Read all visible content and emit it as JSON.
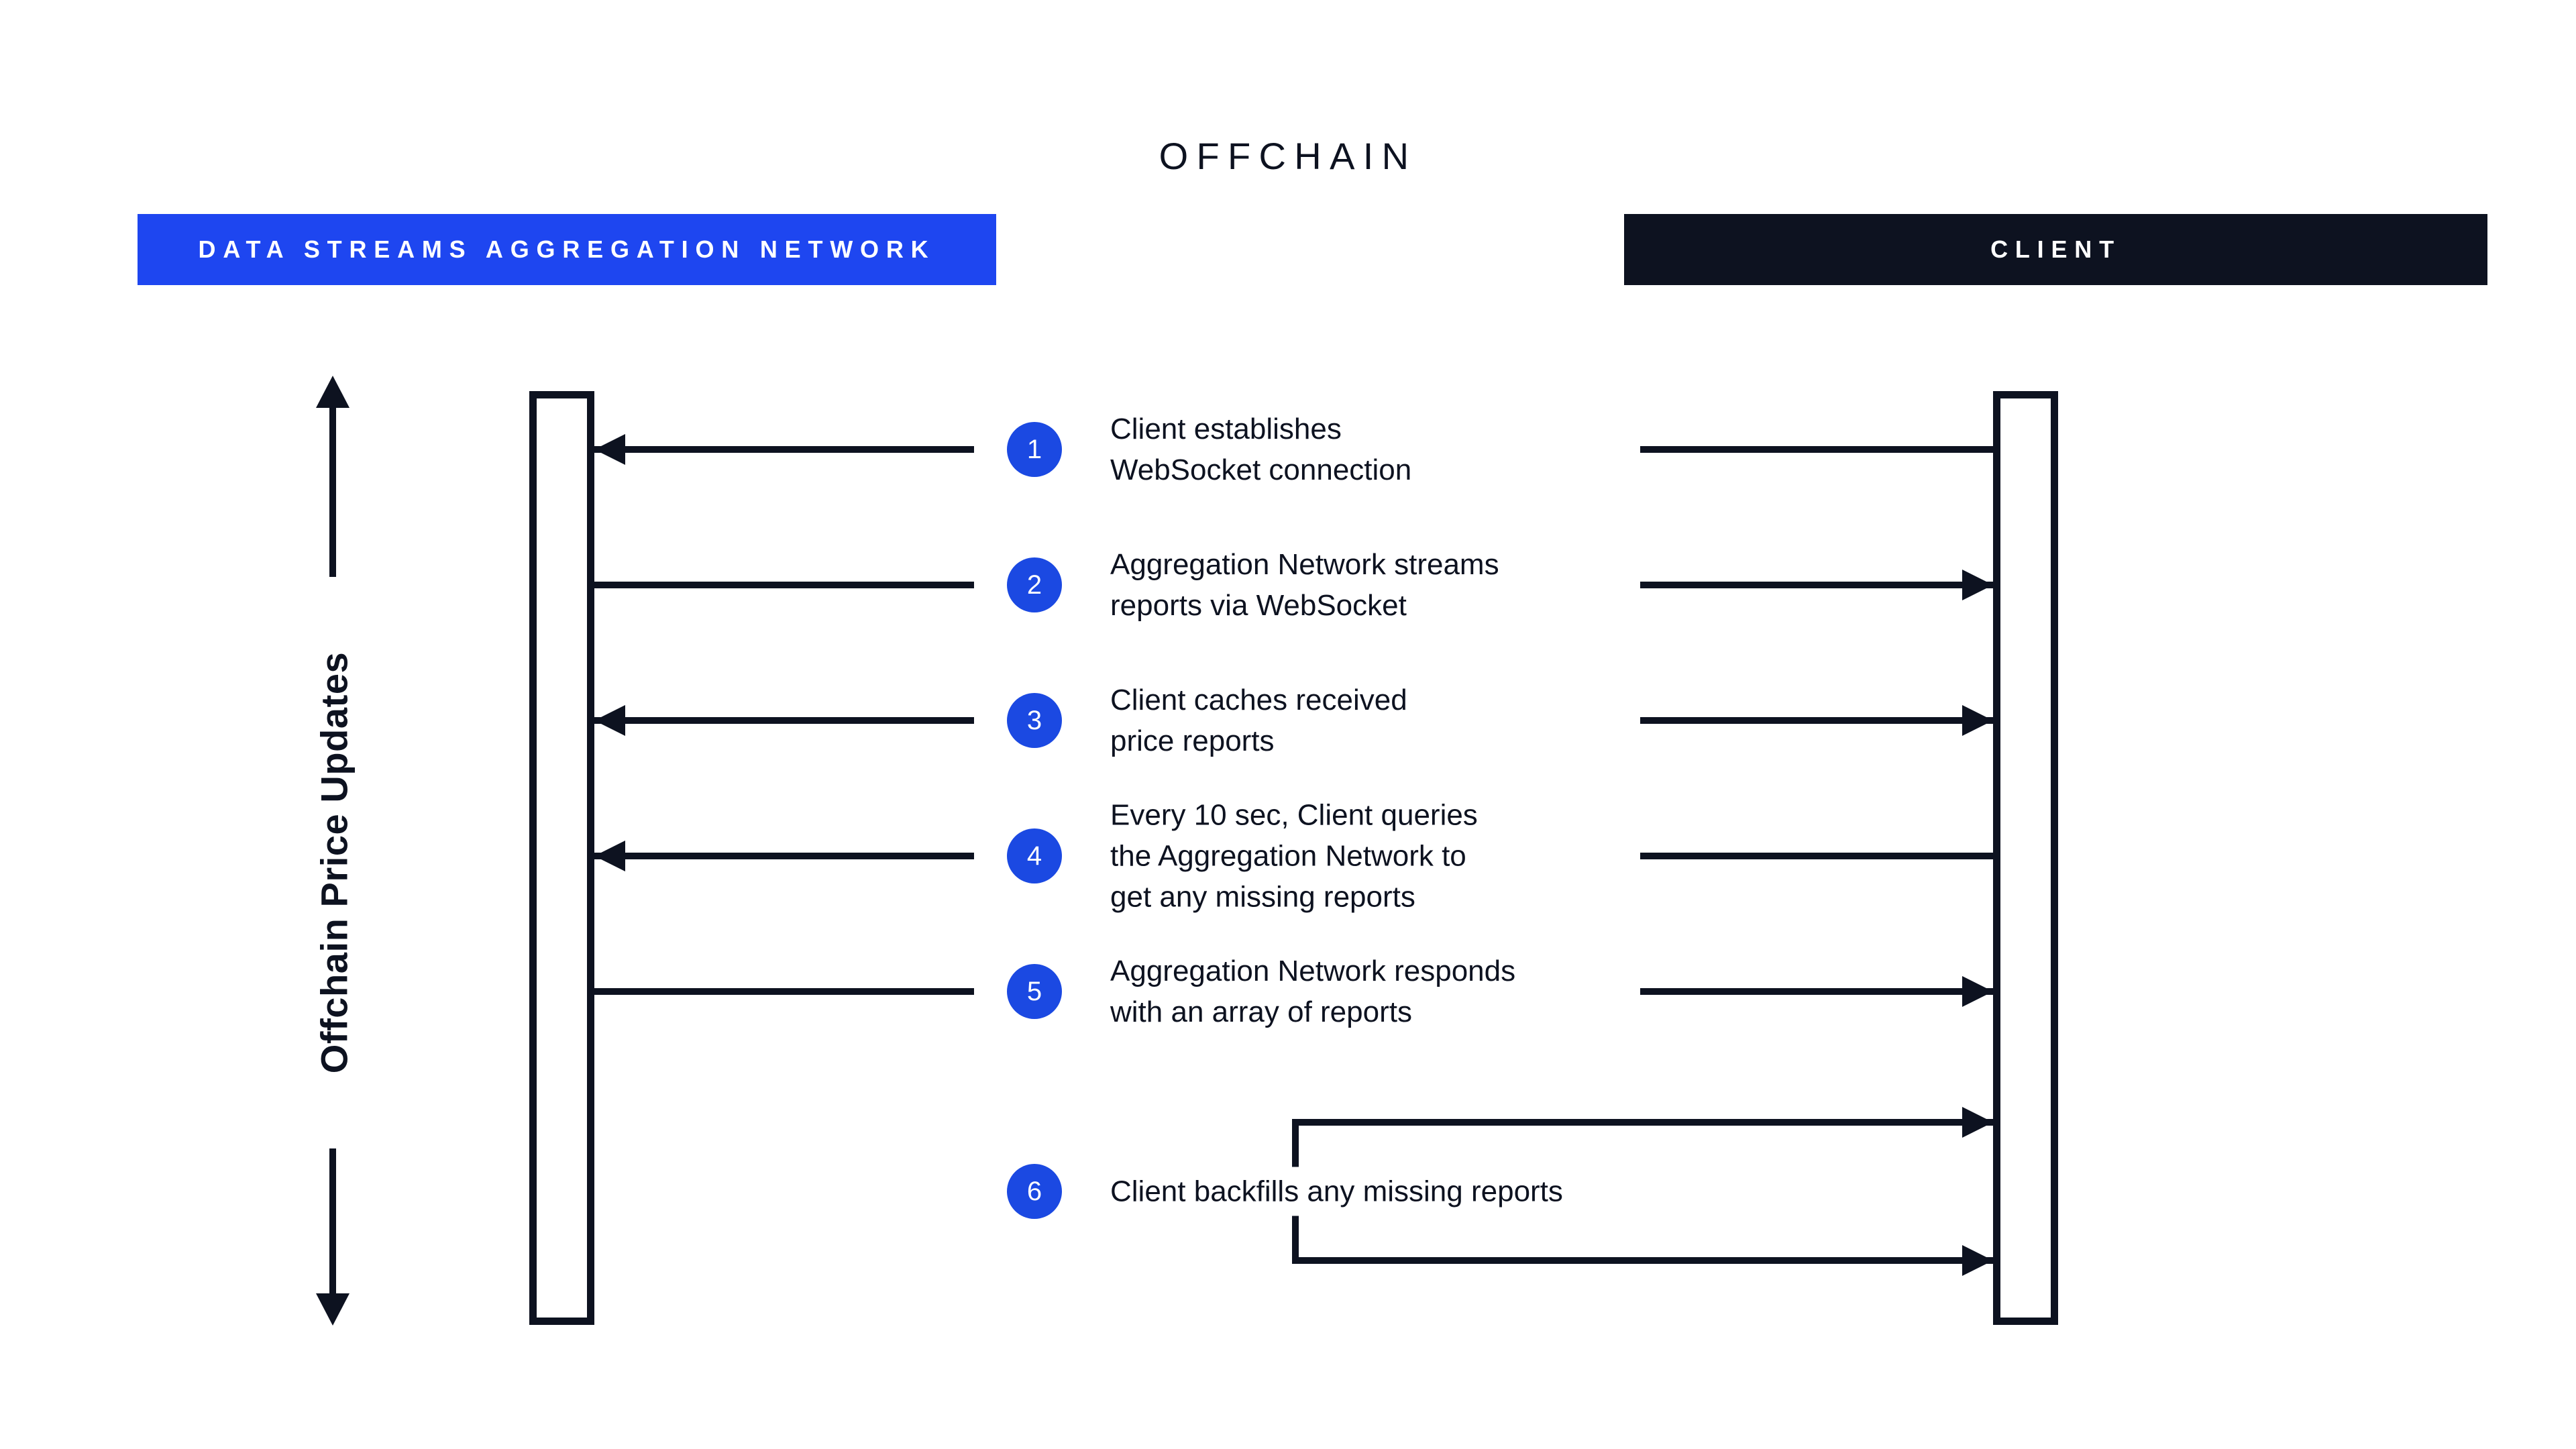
{
  "title": "OFFCHAIN",
  "actors": {
    "network": {
      "label": "DATA STREAMS AGGREGATION NETWORK"
    },
    "client": {
      "label": "CLIENT"
    }
  },
  "axis_label": "Offchain Price Updates",
  "steps": [
    {
      "num": "1",
      "text": "Client establishes\nWebSocket connection",
      "direction": "client-to-network"
    },
    {
      "num": "2",
      "text": "Aggregation Network streams\nreports via WebSocket",
      "direction": "network-to-client"
    },
    {
      "num": "3",
      "text": "Client caches received\nprice reports",
      "direction": "both-ends"
    },
    {
      "num": "4",
      "text": "Every 10 sec, Client queries\nthe Aggregation Network to\nget any missing reports",
      "direction": "client-to-network"
    },
    {
      "num": "5",
      "text": "Aggregation Network responds\nwith an array of reports",
      "direction": "network-to-client"
    },
    {
      "num": "6",
      "text": "Client backfills any missing reports",
      "direction": "client-self-loop"
    }
  ],
  "colors": {
    "ink": "#0d1220",
    "network_bar_blue": "#1e46f0",
    "step_circle_blue": "#1b49e2",
    "background": "#ffffff"
  }
}
